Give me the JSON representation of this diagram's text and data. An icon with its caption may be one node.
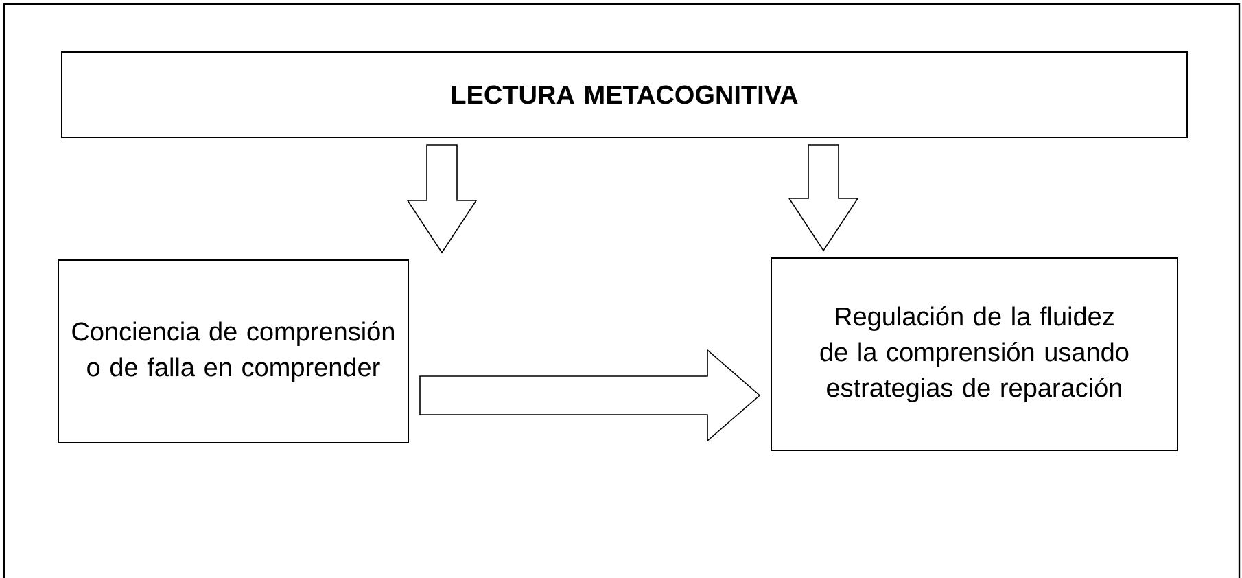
{
  "diagram": {
    "nodes": [
      {
        "text": [
          "LECTURA METACOGNITIVA"
        ]
      },
      {
        "text": [
          "Conciencia de comprensión o de falla en comprender"
        ]
      },
      {
        "text": [
          "Regulación de la fluidez de la comprensión usando estrategias de reparación"
        ]
      }
    ],
    "edges": [
      {
        "from": 0,
        "to": 1,
        "arrow": "to"
      },
      {
        "from": 0,
        "to": 2,
        "arrow": "to"
      },
      {
        "from": 1,
        "to": 2,
        "arrow": "to"
      }
    ]
  }
}
